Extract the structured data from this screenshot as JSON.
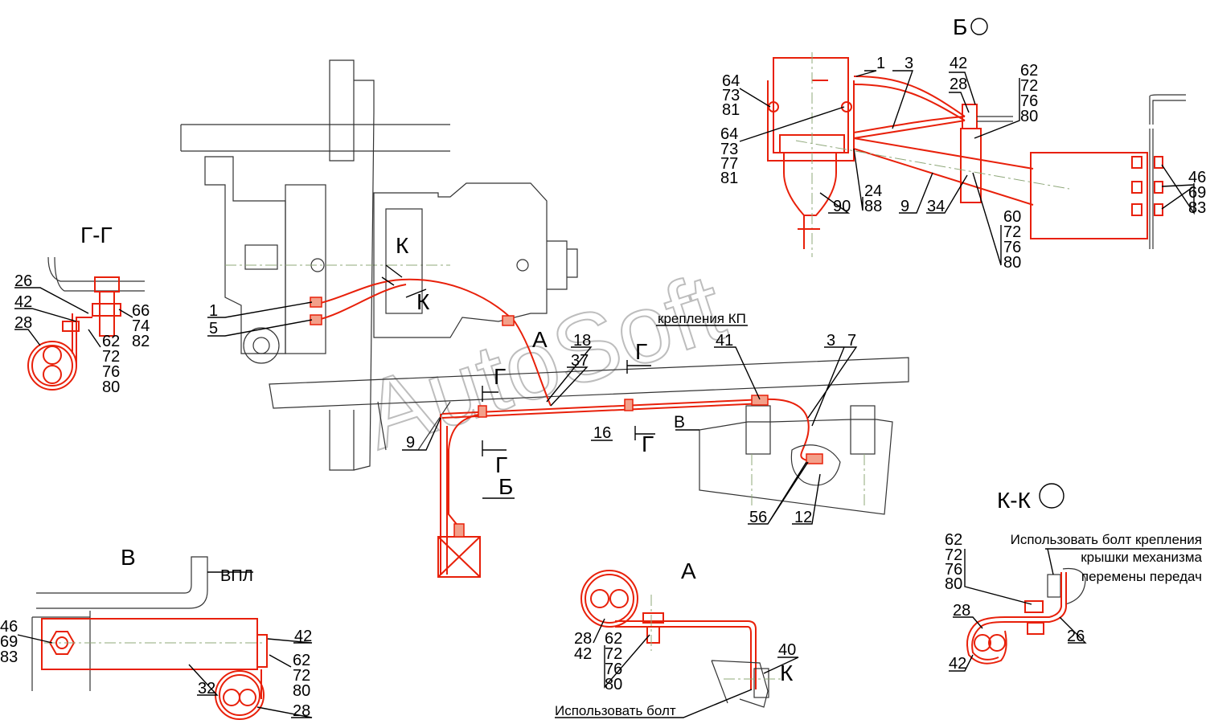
{
  "watermark": "AutoSoft",
  "views": {
    "view_b_circle": {
      "title": "Б"
    },
    "view_gg": {
      "title": "Г-Г"
    },
    "view_v": {
      "title": "В",
      "frame_label": "ВПЛ"
    },
    "view_a": {
      "title": "А",
      "note": "Использовать болт"
    },
    "view_kk": {
      "title": "К-К",
      "note_lines": [
        "Использовать болт крепления",
        "крышки механизма",
        "перемены передач"
      ]
    }
  },
  "main": {
    "labels": {
      "p1": "1",
      "p5": "5",
      "k1": "К",
      "k2": "К",
      "a": "А",
      "p18": "18",
      "p37": "37",
      "mount_kp": "крепления КП",
      "p41": "41",
      "p3": "3",
      "p7": "7",
      "g1": "Г",
      "g2": "Г",
      "g3": "Г",
      "g4": "Г",
      "p16": "16",
      "v": "В",
      "p9": "9",
      "b": "Б",
      "p56": "56",
      "p12": "12"
    }
  },
  "callouts": {
    "b_view": {
      "c1": [
        "64",
        "73",
        "81"
      ],
      "c2": [
        "64",
        "73",
        "77",
        "81"
      ],
      "p1": "1",
      "p3": "3",
      "p42": "42",
      "p28": "28",
      "c3": [
        "62",
        "72",
        "76",
        "80"
      ],
      "c4": [
        "24",
        "88"
      ],
      "p90": "90",
      "p9": "9",
      "p34": "34",
      "c5": [
        "60",
        "72",
        "76",
        "80"
      ],
      "c6": [
        "46",
        "69",
        "83"
      ]
    },
    "gg_view": {
      "p26": "26",
      "p42": "42",
      "p28": "28",
      "c1": [
        "66",
        "74",
        "82"
      ],
      "c2": [
        "62",
        "72",
        "76",
        "80"
      ]
    },
    "v_view": {
      "c1": [
        "46",
        "69",
        "83"
      ],
      "p42": "42",
      "c2": [
        "62",
        "72",
        "80"
      ],
      "p32": "32",
      "p28": "28"
    },
    "a_view": {
      "c1": [
        "28",
        "42"
      ],
      "c2": [
        "62",
        "72",
        "76",
        "80"
      ],
      "p40": "40",
      "k": "К"
    },
    "kk_view": {
      "c1": [
        "62",
        "72",
        "76",
        "80"
      ],
      "p28": "28",
      "p26": "26",
      "p42": "42"
    }
  },
  "colors": {
    "harness": "#e8200a",
    "centerline": "#8fa87a",
    "outline": "#333333"
  }
}
